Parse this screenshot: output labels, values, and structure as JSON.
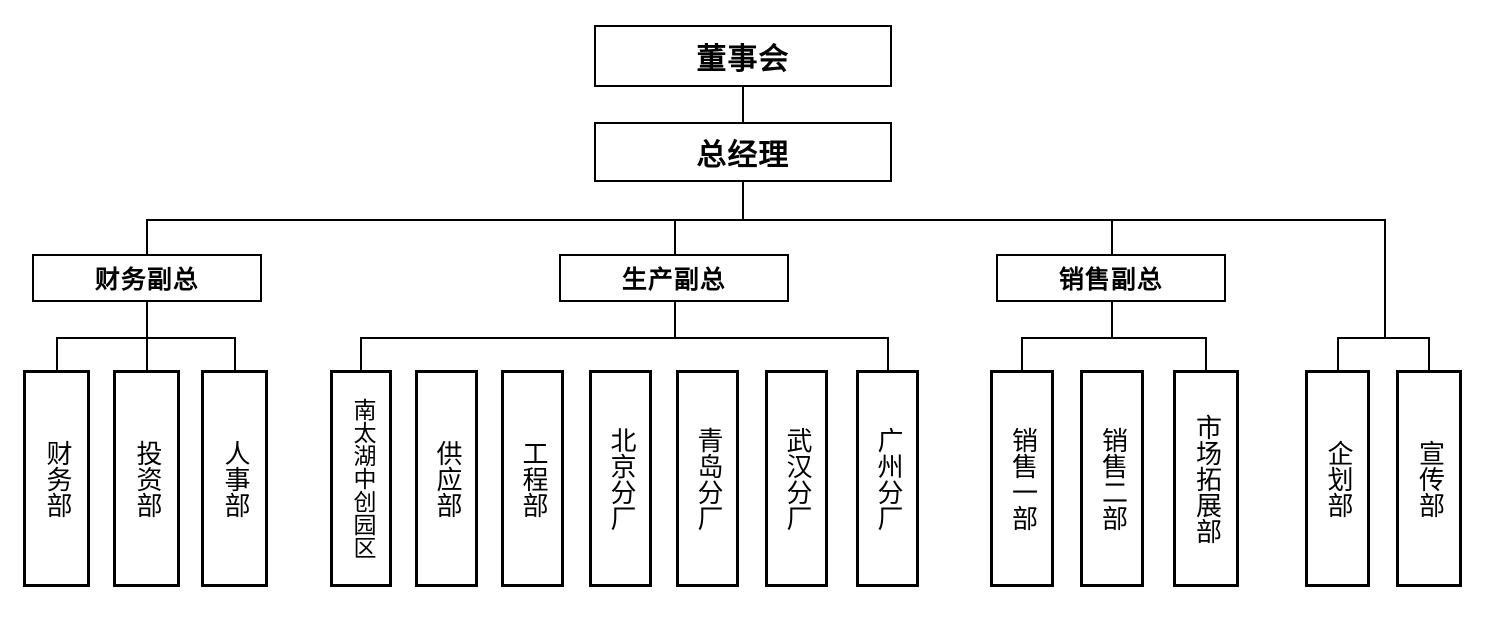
{
  "diagram": {
    "title_top": "董事会",
    "nodes": {
      "board": "董事会",
      "general_manager": "总经理",
      "vp_finance": "财务副总",
      "vp_production": "生产副总",
      "vp_sales": "销售副总"
    },
    "finance_children": [
      {
        "label": "财务部"
      },
      {
        "label": "投资部"
      },
      {
        "label": "人事部"
      }
    ],
    "production_children": [
      {
        "label": "南太湖中创园区"
      },
      {
        "label": "供应部"
      },
      {
        "label": "工程部"
      },
      {
        "label": "北京分厂"
      },
      {
        "label": "青岛分厂"
      },
      {
        "label": "武汉分厂"
      },
      {
        "label": "广州分厂"
      }
    ],
    "sales_children": [
      {
        "label": "销售一部"
      },
      {
        "label": "销售二部"
      },
      {
        "label": "市场拓展部"
      }
    ],
    "direct_children": [
      {
        "label": "企划部"
      },
      {
        "label": "宣传部"
      }
    ],
    "colors": {
      "line": "#000000",
      "box_fill": "#ffffff",
      "text": "#000000"
    }
  }
}
